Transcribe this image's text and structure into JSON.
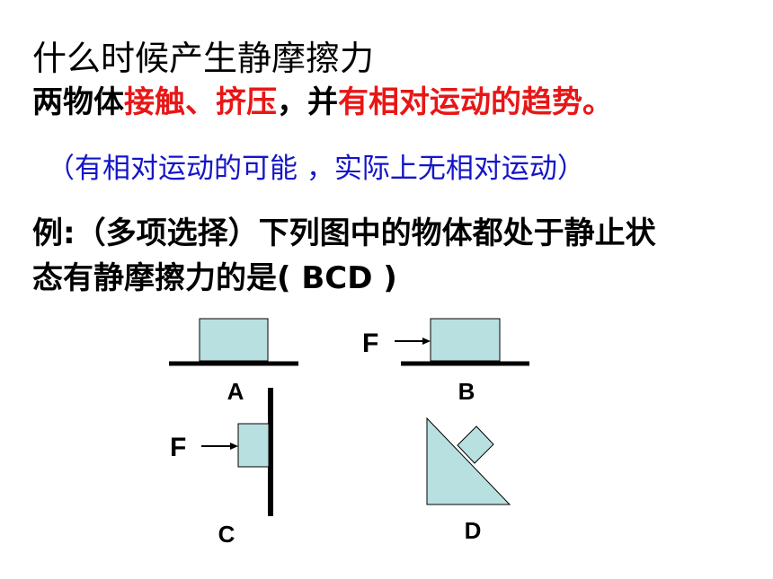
{
  "heading": "什么时候产生静摩擦力",
  "condition": {
    "prefix": "两物体",
    "contact_pressure": "接触、挤压",
    "comma": "，并",
    "relative_tendency": "有相对运动的趋势。"
  },
  "note": "（有相对运动的可能 ，实际上无相对运动）",
  "question": {
    "line1": "例:（多项选择）下列图中的物体都处于静止状",
    "line2": "态有静摩擦力的是( BCD    )"
  },
  "figures": {
    "label_a": "A",
    "label_b": "B",
    "label_c": "C",
    "label_d": "D",
    "force_b": "F",
    "force_c": "F"
  },
  "colors": {
    "emphasis": "#e81616",
    "note": "#1515c8",
    "block_fill": "#b8e0e0"
  }
}
